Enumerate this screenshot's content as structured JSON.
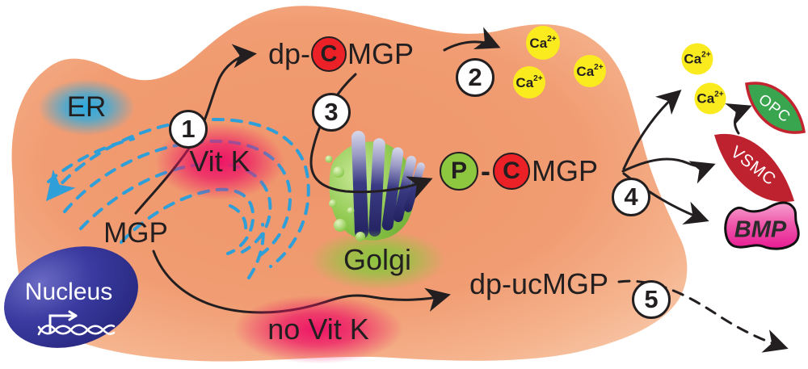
{
  "labels": {
    "er": "ER",
    "nucleus": "Nucleus",
    "mgp": "MGP",
    "vit_k": "Vit K",
    "no_vit_k": "no Vit K",
    "golgi": "Golgi",
    "dp_prefix": "dp-",
    "carboxyl": "C",
    "mgp_core": "MGP",
    "phosphate": "P",
    "bond_dash": "-",
    "dp_ucmgp": "dp-ucMGP",
    "opc": "OPC",
    "vsmc": "VSMC",
    "bmp": "BMP"
  },
  "steps": [
    "1",
    "2",
    "3",
    "4",
    "5"
  ],
  "calcium": {
    "base": "Ca",
    "sup": "2+"
  },
  "colors": {
    "cell_salmon": "#f0956b",
    "er_blue": "#29abe2",
    "vitk_pink": "#ed1566",
    "nucleus_blue": "#2e2e92",
    "golgi_green": "#8cc63f",
    "calcium_yellow": "#f9eb1e",
    "carboxyl_red": "#ec2027",
    "phosphate_green": "#8dc63f",
    "opc_green": "#3aa54f",
    "vsmc_red": "#be222e",
    "bmp_pink": "#ec268f",
    "arrow_black": "#231f20"
  }
}
